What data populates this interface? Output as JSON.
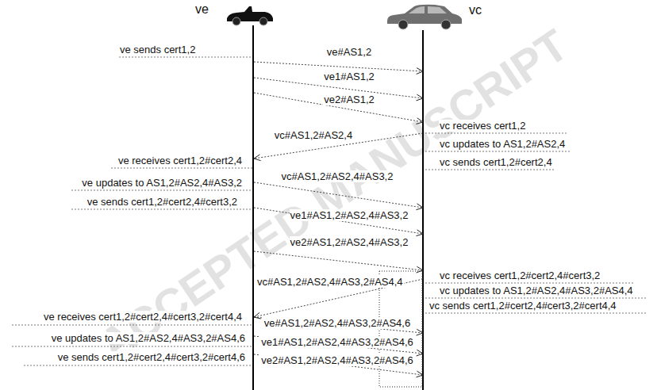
{
  "diagram": {
    "nodes": [
      {
        "text": [
          "ve"
        ]
      },
      {
        "text": [
          "vc"
        ]
      }
    ],
    "edges": [
      {
        "from": 0,
        "to": 1,
        "arrow": "to",
        "label": "ve#AS1,2"
      },
      {
        "from": 0,
        "to": 1,
        "arrow": "to",
        "label": "ve1#AS1,2"
      },
      {
        "from": 0,
        "to": 1,
        "arrow": "to",
        "label": "ve2#AS1,2"
      },
      {
        "from": 1,
        "to": 0,
        "arrow": "to",
        "label": "vc#AS1,2#AS2,4"
      },
      {
        "from": 0,
        "to": 1,
        "arrow": "to",
        "label": "vc#AS1,2#AS2,4#AS3,2"
      },
      {
        "from": 0,
        "to": 1,
        "arrow": "to",
        "label": "ve1#AS1,2#AS2,4#AS3,2"
      },
      {
        "from": 0,
        "to": 1,
        "arrow": "to",
        "label": "ve2#AS1,2#AS2,4#AS3,2"
      },
      {
        "from": 1,
        "to": 0,
        "arrow": "to",
        "label": "vc#AS1,2#AS2,4#AS3,2#AS4,4"
      },
      {
        "from": 0,
        "to": 1,
        "arrow": "to",
        "label": "ve#AS1,2#AS2,4#AS3,2#AS4,6"
      },
      {
        "from": 0,
        "to": 1,
        "arrow": "to",
        "label": "ve1#AS1,2#AS2,4#AS3,2#AS4,6"
      },
      {
        "from": 0,
        "to": 1,
        "arrow": "to",
        "label": "ve2#AS1,2#AS2,4#AS3,2#AS4,6"
      }
    ],
    "labels": [
      "ve sends cert1,2",
      "vc receives cert1,2",
      "vc updates to AS1,2#AS2,4",
      "vc sends cert1,2#cert2,4",
      "ve receives cert1,2#cert2,4",
      "ve updates to AS1,2#AS2,4#AS3,2",
      "ve sends cert1,2#cert2,4#cert3,2",
      "vc receives cert1,2#cert2,4#cert3,2",
      "vc updates to AS1,2#AS2,4#AS3,2#AS4,4",
      "vc sends cert1,2#cert2,4#cert3,2#cert4,4",
      "ve receives cert1,2#cert2,4#cert3,2#cert4,4",
      "ve updates to AS1,2#AS2,4#AS3,2#AS4,6",
      "ve sends cert1,2#cert2,4#cert3,2#cert4,6",
      "ACCEPTED MANUSCRIPT"
    ]
  }
}
